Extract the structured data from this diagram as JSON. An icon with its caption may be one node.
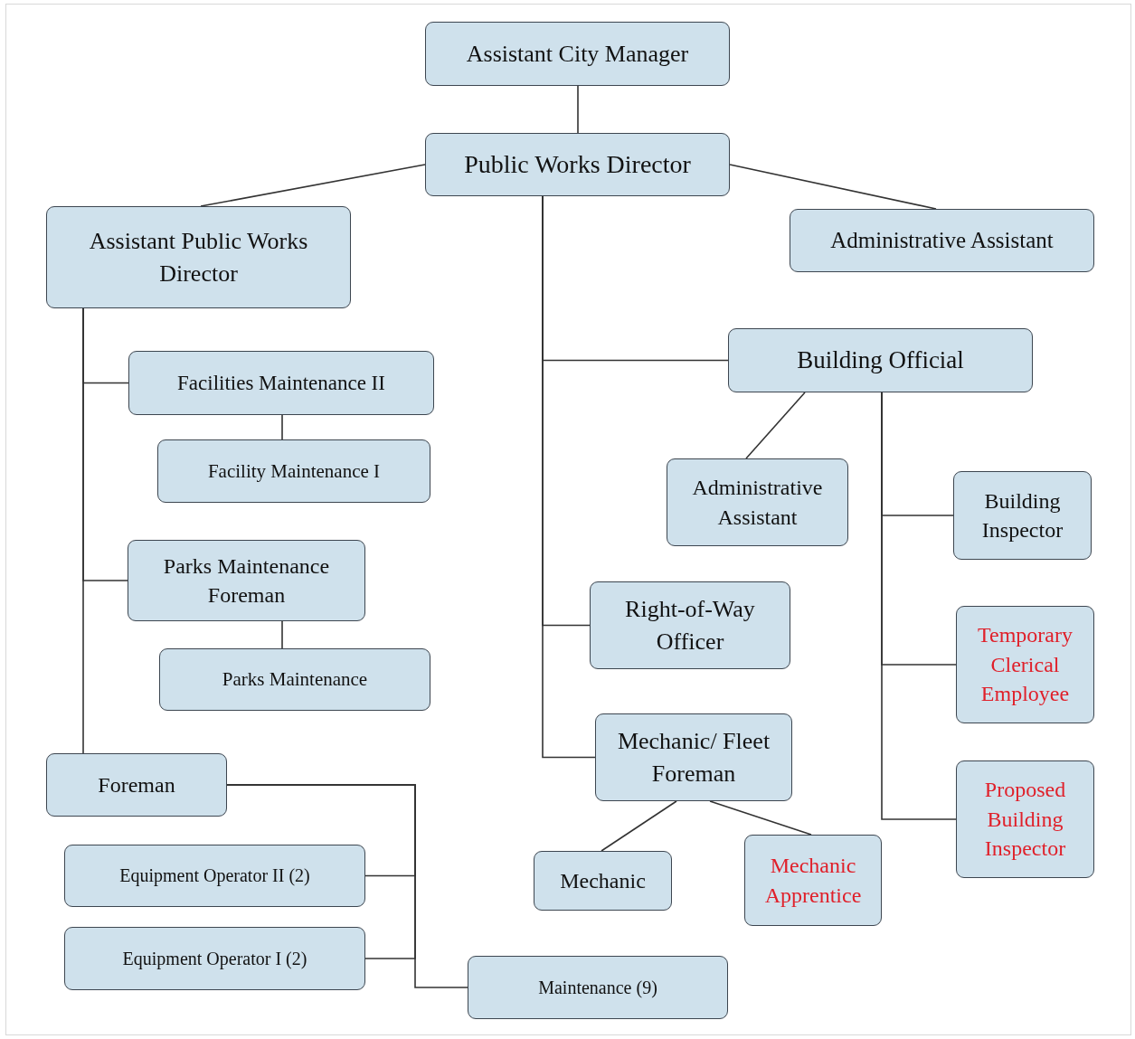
{
  "diagram": {
    "nodes": [
      {
        "text": [
          "Assistant City Manager"
        ]
      },
      {
        "text": [
          "Public Works Director"
        ]
      },
      {
        "text": [
          "Assistant Public Works Director"
        ]
      },
      {
        "text": [
          "Administrative Assistant"
        ]
      },
      {
        "text": [
          "Building Official"
        ]
      },
      {
        "text": [
          "Facilities Maintenance II"
        ]
      },
      {
        "text": [
          "Facility Maintenance I"
        ]
      },
      {
        "text": [
          "Administrative Assistant"
        ]
      },
      {
        "text": [
          "Building Inspector"
        ]
      },
      {
        "text": [
          "Parks Maintenance Foreman"
        ]
      },
      {
        "text": [
          "Right-of-Way Officer"
        ]
      },
      {
        "text": [
          "Temporary Clerical Employee"
        ]
      },
      {
        "text": [
          "Parks Maintenance"
        ]
      },
      {
        "text": [
          "Mechanic/ Fleet Foreman"
        ]
      },
      {
        "text": [
          "Foreman"
        ]
      },
      {
        "text": [
          "Proposed Building Inspector"
        ]
      },
      {
        "text": [
          "Equipment Operator II (2)"
        ]
      },
      {
        "text": [
          "Mechanic"
        ]
      },
      {
        "text": [
          "Mechanic Apprentice"
        ]
      },
      {
        "text": [
          "Equipment Operator I (2)"
        ]
      },
      {
        "text": [
          "Maintenance (9)"
        ]
      }
    ],
    "edges": [
      {
        "from": 0,
        "to": 1,
        "arrow": "none"
      },
      {
        "from": 1,
        "to": 2,
        "arrow": "none"
      },
      {
        "from": 1,
        "to": 3,
        "arrow": "none"
      },
      {
        "from": 1,
        "to": 4,
        "arrow": "none"
      },
      {
        "from": 1,
        "to": 10,
        "arrow": "none"
      },
      {
        "from": 1,
        "to": 13,
        "arrow": "none"
      },
      {
        "from": 2,
        "to": 5,
        "arrow": "none"
      },
      {
        "from": 2,
        "to": 9,
        "arrow": "none"
      },
      {
        "from": 2,
        "to": 14,
        "arrow": "none"
      },
      {
        "from": 5,
        "to": 6,
        "arrow": "none"
      },
      {
        "from": 9,
        "to": 12,
        "arrow": "none"
      },
      {
        "from": 4,
        "to": 7,
        "arrow": "none"
      },
      {
        "from": 4,
        "to": 8,
        "arrow": "none"
      },
      {
        "from": 4,
        "to": 11,
        "arrow": "none"
      },
      {
        "from": 4,
        "to": 15,
        "arrow": "none"
      },
      {
        "from": 13,
        "to": 17,
        "arrow": "none"
      },
      {
        "from": 13,
        "to": 18,
        "arrow": "none"
      },
      {
        "from": 14,
        "to": 16,
        "arrow": "none"
      },
      {
        "from": 14,
        "to": 19,
        "arrow": "none"
      },
      {
        "from": 14,
        "to": 20,
        "arrow": "none"
      }
    ]
  }
}
